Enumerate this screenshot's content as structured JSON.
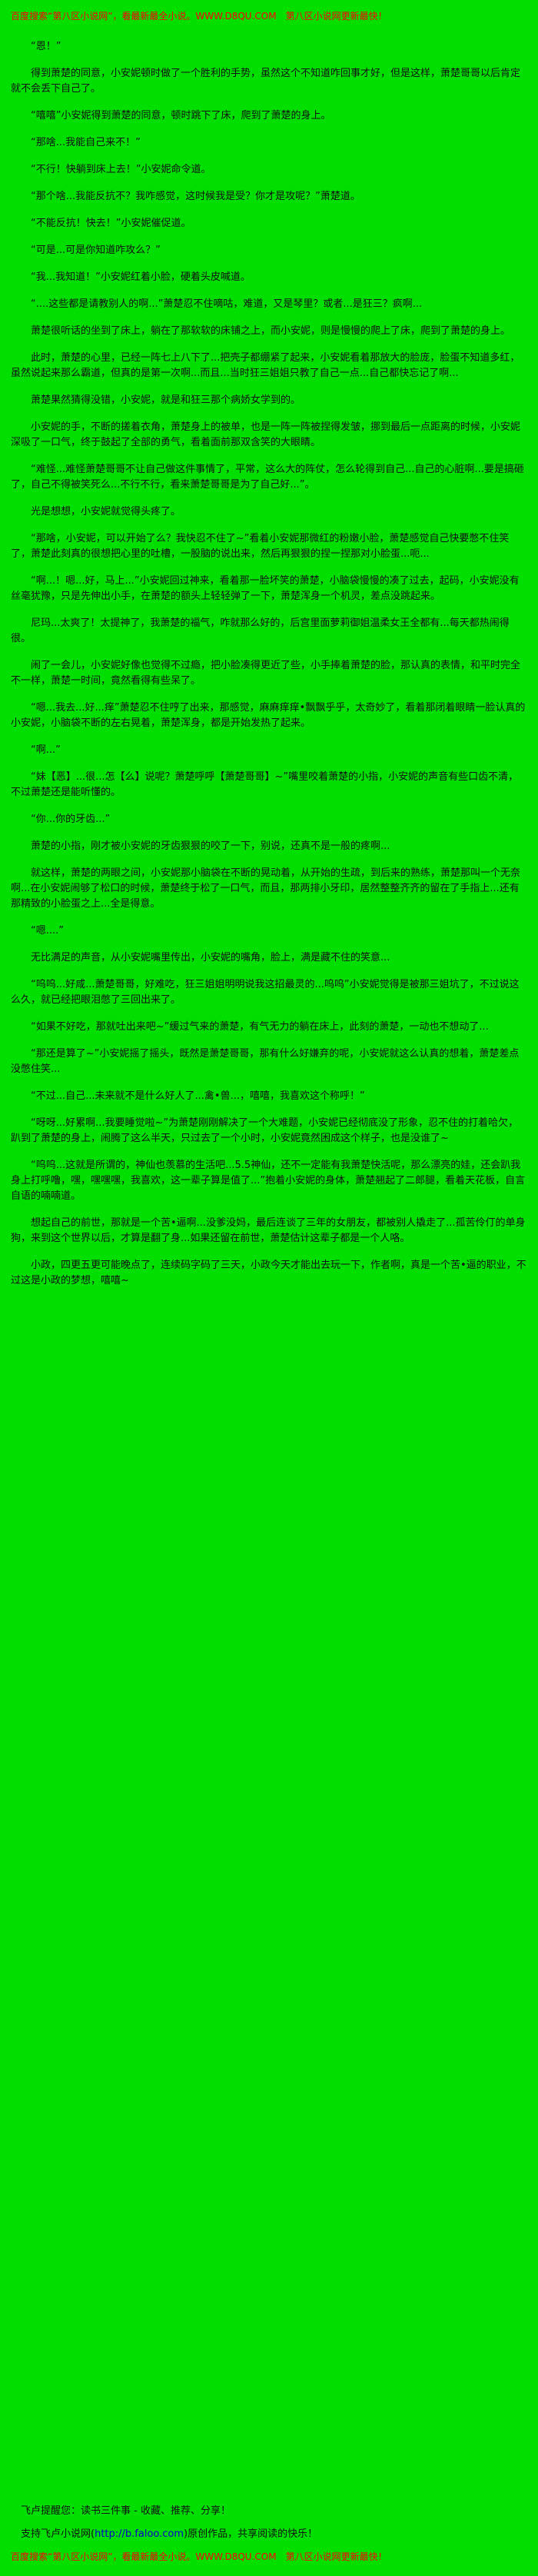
{
  "page": {
    "colors": {
      "background": "#00df00",
      "promo_red": "#ff0000",
      "text": "#111111",
      "link_blue": "#0000cc"
    }
  },
  "header": {
    "promo": "百度搜索“第八区小说网”，看最新最全小说。WWW.D8QU.COM　第八区小说网更新最快！"
  },
  "content": {
    "paragraphs": [
      "“恩！”",
      "得到萧楚的同意，小安妮顿时做了一个胜利的手势，虽然这个不知道咋回事才好，但是这样，萧楚哥哥以后肯定就不会丢下自己了。",
      "“嘻嘻”小安妮得到萧楚的同意，顿时跳下了床，爬到了萧楚的身上。",
      "“那啥...我能自己来不！”",
      "“不行！快躺到床上去！”小安妮命令道。",
      "“那个啥...我能反抗不？我咋感觉，这时候我是受？你才是攻呢？”萧楚道。",
      "“不能反抗！快去！”小安妮催促道。",
      "“可是...可是你知道咋攻么？”",
      "“我...我知道！”小安妮红着小脸，硬着头皮喊道。",
      "“....这些都是请教别人的啊...”萧楚忍不住嘀咕，难道，又是琴里？或者...是狂三？疯啊...",
      "萧楚很听话的坐到了床上，躺在了那软软的床铺之上，而小安妮，则是慢慢的爬上了床，爬到了萧楚的身上。",
      "此时，萧楚的心里，已经一阵七上八下了...把壳子都绷紧了起来，小安妮看着那放大的脸庞，脸蛋不知道多红，虽然说起来那么霸道，但真的是第一次啊...而且...当时狂三姐姐只教了自己一点...自己都快忘记了啊...",
      "萧楚果然猜得没错，小安妮，就是和狂三那个病娇女学到的。",
      "小安妮的手，不断的搓着衣角，萧楚身上的被单，也是一阵一阵被捏得发皱，挪到最后一点距离的时候，小安妮深吸了一口气，终于鼓起了全部的勇气，看着面前那双含笑的大眼睛。",
      "“难怪...难怪萧楚哥哥不让自己做这件事情了，平常，这么大的阵仗，怎么轮得到自己...自己的心脏啊...要是搞砸了，自己不得被笑死么...不行不行，看来萧楚哥哥是为了自己好...”。",
      "光是想想，小安妮就觉得头疼了。",
      "“那啥，小安妮，可以开始了么？我快忍不住了~”看着小安妮那微红的粉嫩小脸，萧楚感觉自己快要憋不住笑了，萧楚此刻真的很想把心里的吐槽，一股脑的说出来，然后再狠狠的捏一捏那对小脸蛋...呃...",
      "“啊...！嗯...好，马上...”小安妮回过神来，看着那一脸坏笑的萧楚，小脑袋慢慢的凑了过去，起码，小安妮没有丝毫犹豫，只是先伸出小手，在萧楚的额头上轻轻弹了一下，萧楚浑身一个机灵，差点没跳起来。",
      "尼玛...太爽了！太提神了，我萧楚的福气，咋就那么好的，后宫里面萝莉御姐温柔女王全都有...每天都热闹得很。",
      "闹了一会儿，小安妮好像也觉得不过瘾，把小脸凑得更近了些，小手捧着萧楚的脸，那认真的表情，和平时完全不一样，萧楚一时间，竟然看得有些呆了。",
      "“嗯...我去...好...痒”萧楚忍不住哼了出来，那感觉，麻麻痒痒•飘飘乎乎，太奇妙了，看着那闭着眼睛一脸认真的小安妮，小脑袋不断的左右晃着，萧楚浑身，都是开始发热了起来。",
      "“啊...”",
      "“妹【恶】...很...怎【么】说呢？萧楚呼呼【萧楚哥哥】~”嘴里咬着萧楚的小指，小安妮的声音有些口齿不清，不过萧楚还是能听懂的。",
      "“你...你的牙齿...”",
      "萧楚的小指，刚才被小安妮的牙齿狠狠的咬了一下，别说，还真不是一般的疼啊...",
      "就这样，萧楚的两眼之间，小安妮那小脑袋在不断的晃动着，从开始的生疏，到后来的熟练，萧楚那叫一个无奈啊...在小安妮闹够了松口的时候，萧楚终于松了一口气，而且，那两排小牙印，居然整整齐齐的留在了手指上...还有那精致的小脸蛋之上...全是得意。",
      "“嗯....”",
      "无比满足的声音，从小安妮嘴里传出，小安妮的嘴角，脸上，满是藏不住的笑意...",
      "“呜呜...好咸...萧楚哥哥，好难吃，狂三姐姐明明说我这招最灵的...呜呜”小安妮觉得是被那三姐坑了，不过说这么久，就已经把眼泪憋了三回出来了。",
      "“如果不好吃，那就吐出来吧~”缓过气来的萧楚，有气无力的躺在床上，此刻的萧楚，一动也不想动了...",
      "“那还是算了~”小安妮摇了摇头，既然是萧楚哥哥，那有什么好嫌弃的呢，小安妮就这么认真的想着，萧楚差点没憋住笑...",
      "“不过...自己...未来就不是什么好人了...禽•兽...，嘻嘻，我喜欢这个称呼！”",
      "“呀呀...好累啊...我要睡觉啦~”为萧楚刚刚解决了一个大难题，小安妮已经彻底没了形象，忍不住的打着哈欠，趴到了萧楚的身上，闹腾了这么半天，只过去了一个小时，小安妮竟然困成这个样子，也是没谁了~",
      "“呜呜...这就是所谓的，神仙也羡慕的生活吧...5.5神仙，还不一定能有我萧楚快活呢，那么漂亮的娃，还会趴我身上打呼噜，嘿，嘿嘿嘿，我喜欢，这一辈子算是值了...”抱着小安妮的身体，萧楚翘起了二郎腿，看着天花板，自言自语的喃喃道。",
      "想起自己的前世，那就是一个苦•逼啊...没爹没妈，最后连谈了三年的女朋友，都被别人撬走了...孤苦伶仃的单身狗，来到这个世界以后，才算是翻了身...如果还留在前世，萧楚估计这辈子都是一个人咯。",
      "小政，四更五更可能晚点了，连续码字码了三天，小政今天才能出去玩一下，作者啊，真是一个苦•逼的职业，不过这是小政的梦想，嘻嘻~"
    ]
  },
  "footer": {
    "reminder": "飞卢提醒您：读书三件事 - 收藏、推荐、分享！",
    "support_prefix": "支持飞卢小说网(",
    "support_link": "http://b.faloo.com",
    "support_suffix": ")原创作品，共享阅读的快乐！",
    "promo": "百度搜索“第八区小说网”，看最新最全小说。WWW.D8QU.COM　第八区小说网更新最快！"
  }
}
